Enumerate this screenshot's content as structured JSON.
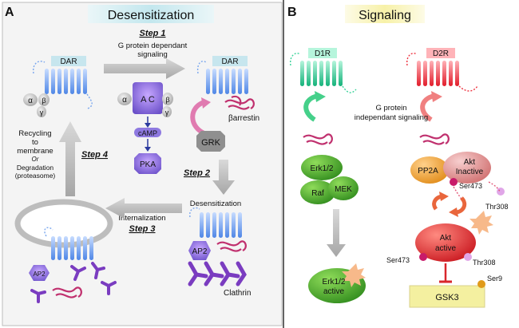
{
  "panel_a": {
    "letter": "A",
    "title": "Desensitization",
    "step1": "Step 1",
    "step1_note_line1": "G protein dependant",
    "step1_note_line2": "signaling",
    "dar_left": "DAR",
    "dar_right": "DAR",
    "alpha": "α",
    "beta": "β",
    "gamma": "γ",
    "ac": "A C",
    "camp": "cAMP",
    "pka": "PKA",
    "barrestin": "βarrestin",
    "grk": "GRK",
    "step2": "Step 2",
    "desensitization": "Desensitization",
    "ap2": "AP2",
    "clathrin": "Clathrin",
    "internalization": "Internalization",
    "step3": "Step 3",
    "step4": "Step 4",
    "recycling_line1": "Recycling",
    "recycling_line2": "to",
    "recycling_line3": "membrane",
    "or": "Or",
    "degradation_line1": "Degradation",
    "degradation_line2": "(proteasome)"
  },
  "panel_b": {
    "letter": "B",
    "title": "Signaling",
    "d1r": "D1R",
    "d2r": "D2R",
    "gprotein_line1": "G protein",
    "gprotein_line2": "independant signaling",
    "erk12": "Erk1/2",
    "raf": "Raf",
    "mek": "MEK",
    "erk_active_line1": "Erk1/2",
    "erk_active_line2": "active",
    "pp2a": "PP2A",
    "akt_inactive_line1": "Akt",
    "akt_inactive_line2": "Inactive",
    "ser473_top": "Ser473",
    "thr308_top": "Thr308",
    "akt_active_line1": "Akt",
    "akt_active_line2": "active",
    "ser473_bottom": "Ser473",
    "thr308_bottom": "Thr308",
    "ser9": "Ser9",
    "gsk3": "GSK3"
  },
  "colors": {
    "receptor_blue": "#7aa7ee",
    "d1r_green": "#39d39a",
    "d2r_red": "#ee3340",
    "arrow_gray": "#b8b8b8",
    "arrestin_magenta": "#c0306e",
    "clathrin_purple": "#7a3cc0",
    "erk_green": "#4caf2a",
    "akt_red": "#e83530",
    "gsk3_yellow": "#f4f0a0"
  }
}
